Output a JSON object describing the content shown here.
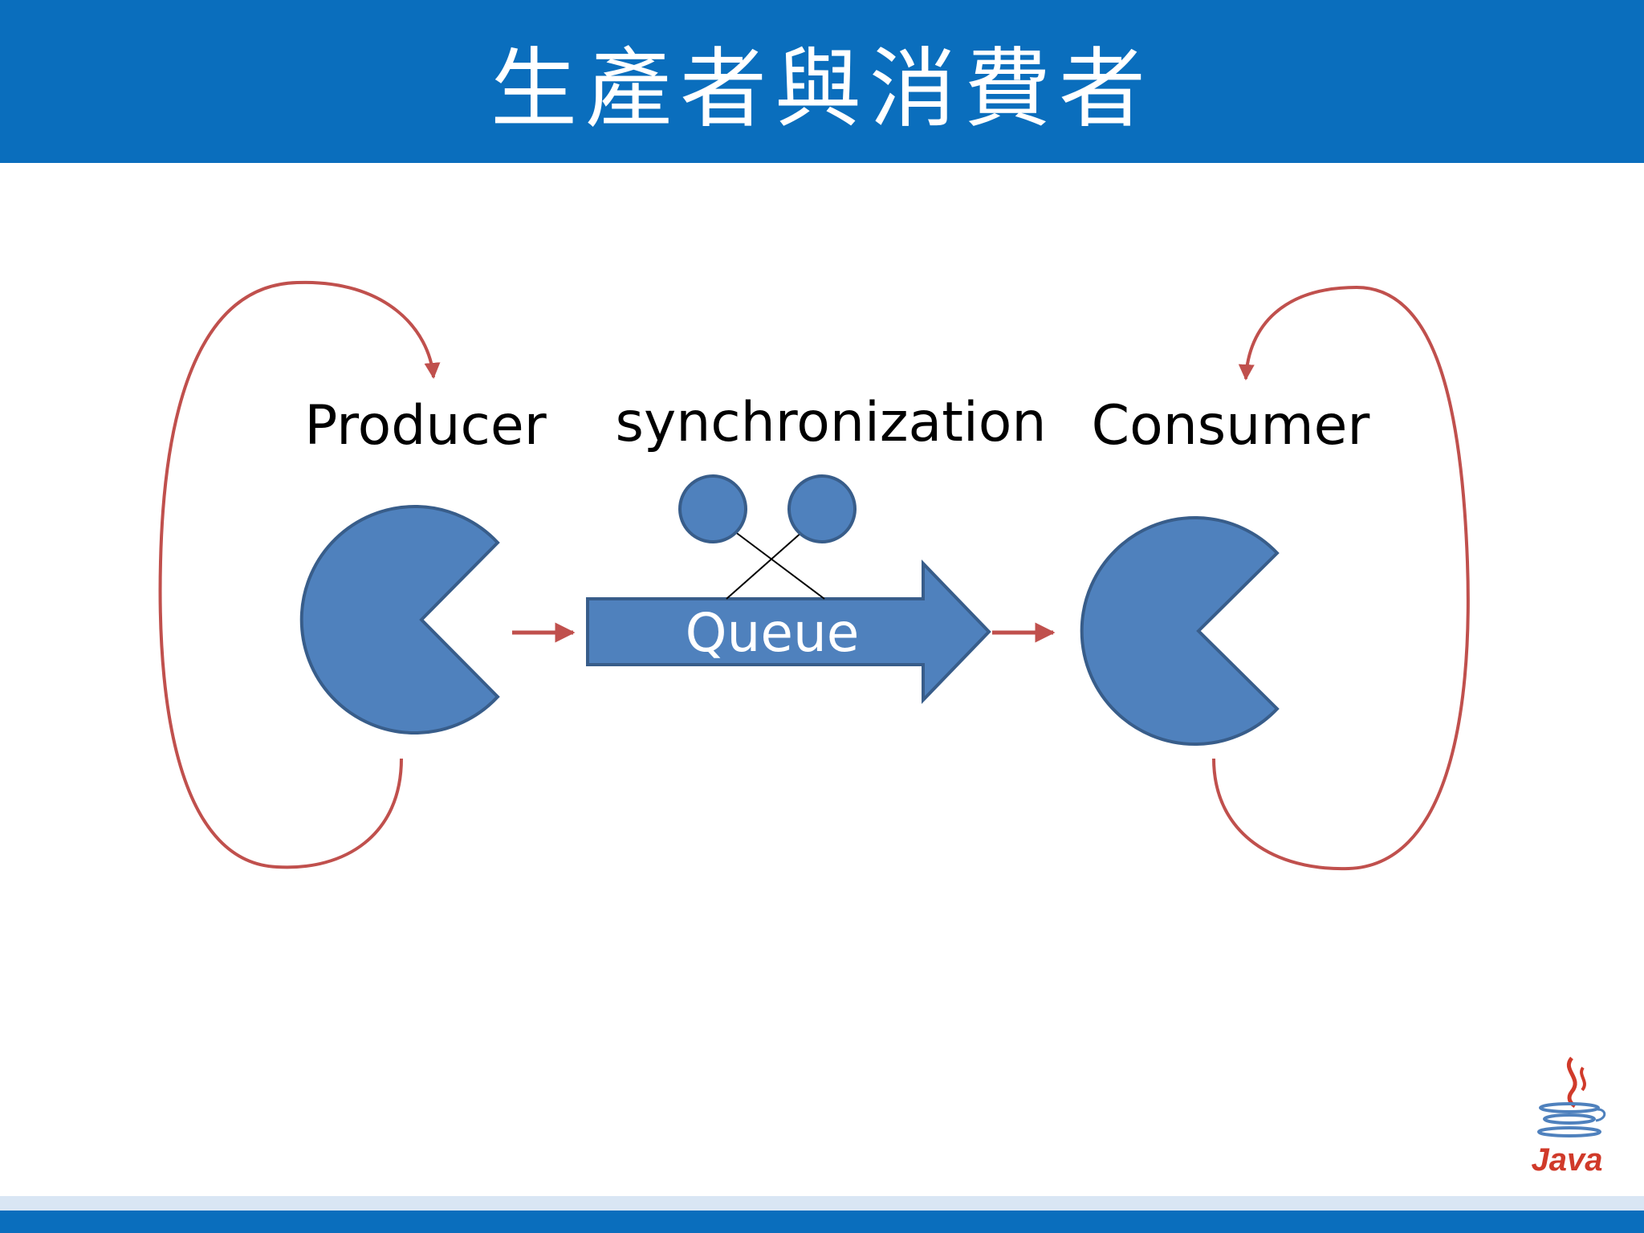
{
  "slide": {
    "title": "生產者與消費者"
  },
  "diagram": {
    "producer_label": "Producer",
    "sync_label": "synchronization",
    "consumer_label": "Consumer",
    "queue_label": "Queue"
  },
  "logo": {
    "text": "Java",
    "icon": "java-coffee-cup-icon"
  },
  "colors": {
    "header": "#0a6ebd",
    "shape_fill": "#4f81bd",
    "shape_stroke": "#385d8a",
    "arrow_red": "#c0504d"
  }
}
